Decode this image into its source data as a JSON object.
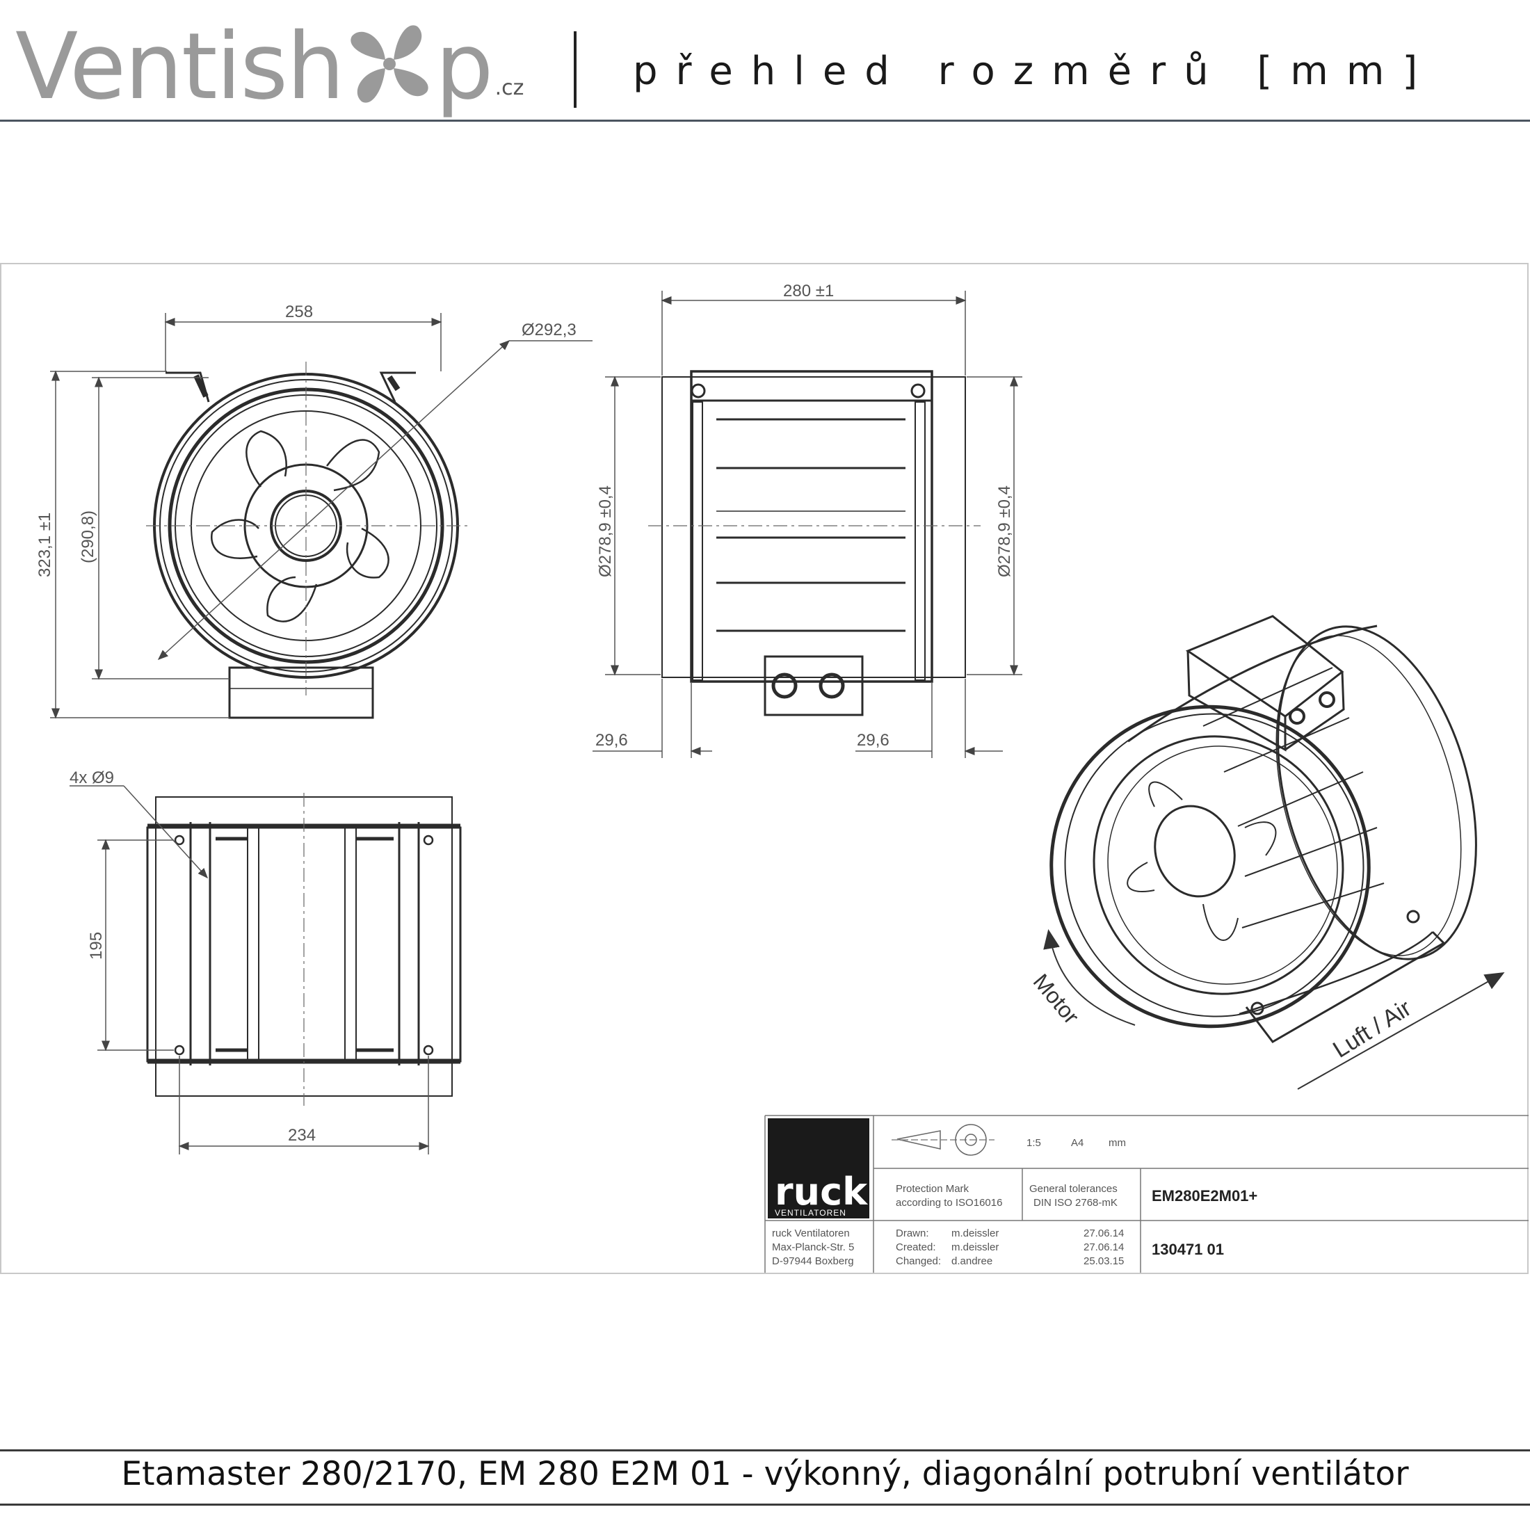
{
  "header": {
    "logo_main": "Ventish",
    "logo_tail": "p",
    "logo_tld": ".cz",
    "title": "přehled rozměrů [mm]"
  },
  "dimensions": {
    "front_width": "258",
    "front_diameter": "Ø292,3",
    "front_height": "323,1 ±1",
    "front_inner_height": "(290,8)",
    "side_length": "280 ±1",
    "side_diam_left": "Ø278,9 ±0,4",
    "side_diam_right": "Ø278,9 ±0,4",
    "side_offset_left": "29,6",
    "side_offset_right": "29,6",
    "bottom_holes": "4x Ø9",
    "bottom_spacing": "195",
    "bottom_width": "234"
  },
  "iso_labels": {
    "motor": "Motor",
    "air": "Luft / Air"
  },
  "title_block": {
    "brand": "ruck",
    "brand_sub": "VENTILATOREN",
    "scale": "1:5",
    "paper": "A4",
    "unit": "mm",
    "protection_line1": "Protection Mark",
    "protection_line2": "according to ISO16016",
    "tolerance_line1": "General tolerances",
    "tolerance_line2": "DIN ISO 2768-mK",
    "model": "EM280E2M01+",
    "address1": "ruck Ventilatoren",
    "address2": "Max-Planck-Str. 5",
    "address3": "D-97944 Boxberg",
    "drawn_label": "Drawn:",
    "drawn_by": "m.deissler",
    "drawn_date": "27.06.14",
    "created_label": "Created:",
    "created_by": "m.deissler",
    "created_date": "27.06.14",
    "changed_label": "Changed:",
    "changed_by": "d.andree",
    "changed_date": "25.03.15",
    "drawing_number": "130471  01"
  },
  "footer": {
    "caption": "Etamaster 280/2170, EM 280 E2M 01 - výkonný, diagonální potrubní ventilátor"
  },
  "colors": {
    "header_rule": "#4b5560",
    "logo_grey": "#9a9a9a",
    "line": "#2b2b2b"
  }
}
